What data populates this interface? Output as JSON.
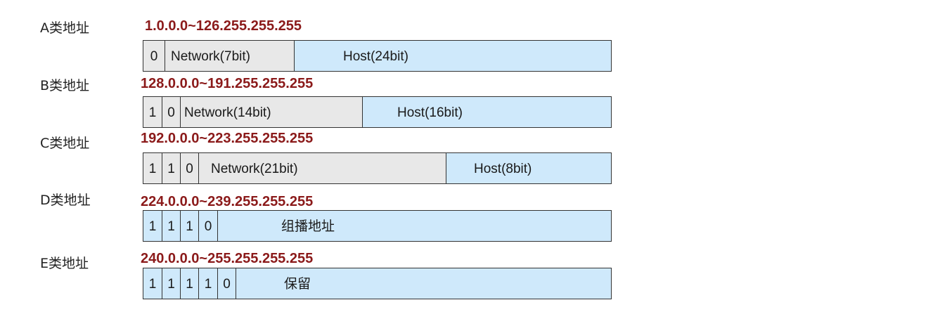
{
  "classes": [
    {
      "label": "A类地址",
      "range": "1.0.0.0~126.255.255.255",
      "bits": [
        "0"
      ],
      "network": "Network(7bit)",
      "host": "Host(24bit)"
    },
    {
      "label": "B类地址",
      "range": "128.0.0.0~191.255.255.255",
      "bits": [
        "1",
        "0"
      ],
      "network": "Network(14bit)",
      "host": "Host(16bit)"
    },
    {
      "label": "C类地址",
      "range": "192.0.0.0~223.255.255.255",
      "bits": [
        "1",
        "1",
        "0"
      ],
      "network": "Network(21bit)",
      "host": "Host(8bit)"
    },
    {
      "label": "D类地址",
      "range": "224.0.0.0~239.255.255.255",
      "bits": [
        "1",
        "1",
        "1",
        "0"
      ],
      "rest": "组播地址"
    },
    {
      "label": "E类地址",
      "range": "240.0.0.0~255.255.255.255",
      "bits": [
        "1",
        "1",
        "1",
        "1",
        "0"
      ],
      "rest": "保留"
    }
  ],
  "colors": {
    "range_text": "#8b1a1a",
    "network_fill": "#e8e8e8",
    "host_fill": "#cfe9fb",
    "border": "#333333"
  }
}
